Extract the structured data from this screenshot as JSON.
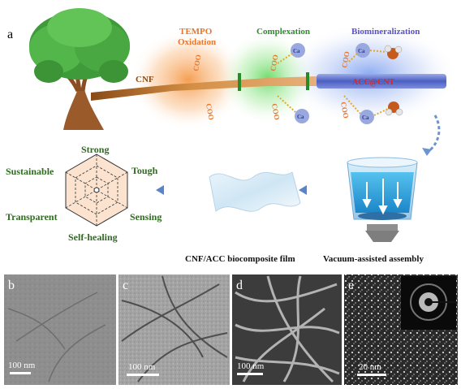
{
  "panel_letters": {
    "a": "a",
    "b": "b",
    "c": "c",
    "d": "d",
    "e": "e"
  },
  "stages": {
    "oxidation_line1": "TEMPO",
    "oxidation_line2": "Oxidation",
    "complexation": "Complexation",
    "biomineralization": "Biomineralization"
  },
  "fiber_labels": {
    "cnf": "CNF",
    "acc_cnf": "ACC@CNT",
    "coo": "COO",
    "ca": "Ca"
  },
  "properties": {
    "strong": "Strong",
    "tough": "Tough",
    "sensing": "Sensing",
    "self_healing": "Self-healing",
    "transparent": "Transparent",
    "sustainable": "Sustainable"
  },
  "bottom_labels": {
    "film": "CNF/ACC biocomposite film",
    "assembly": "Vacuum-assisted assembly"
  },
  "scale_bars": {
    "b": "100 nm",
    "c": "100 nm",
    "d": "100 nm",
    "e": "20 nm"
  },
  "colors": {
    "oxidation": "#e8762c",
    "complexation": "#2e8b2e",
    "biomineralization": "#5a4fcf",
    "acc": "#d42a2a",
    "properties": "#2f6b1f",
    "fiber": "#c9843b"
  }
}
